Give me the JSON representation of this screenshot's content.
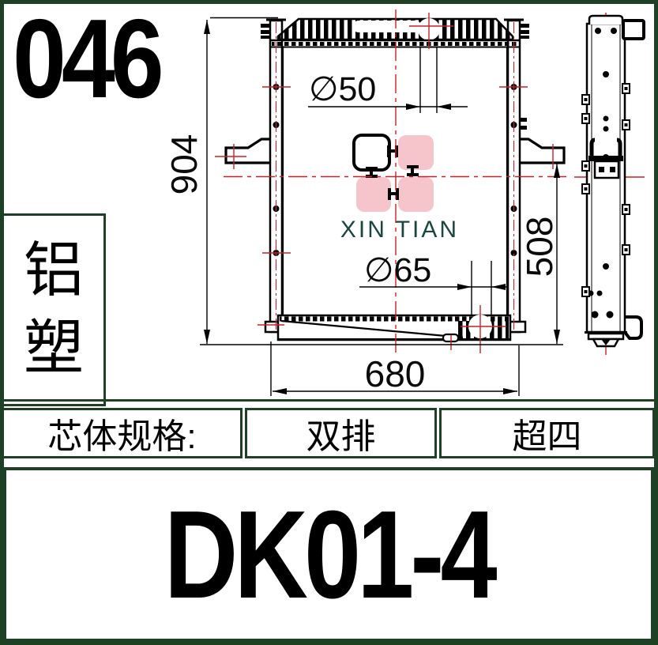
{
  "header": {
    "part_number": "046"
  },
  "material_label": {
    "char1": "铝",
    "char2": "塑"
  },
  "drawing": {
    "brand_text": "XIN TIAN",
    "dim_overall_height": "904",
    "dim_overall_width": "680",
    "dim_side_height": "508",
    "dim_inlet": "∅50",
    "dim_outlet": "∅65"
  },
  "spec_table": {
    "label": "芯体规格:",
    "value1": "双排",
    "value2": "超四"
  },
  "model": {
    "code": "DK01-4"
  },
  "colors": {
    "border_green": "#1e4125",
    "centerline_red": "#c92127",
    "logo_pink": "#f6c5cb",
    "brand_teal": "#19473f",
    "line_black": "#000000"
  }
}
